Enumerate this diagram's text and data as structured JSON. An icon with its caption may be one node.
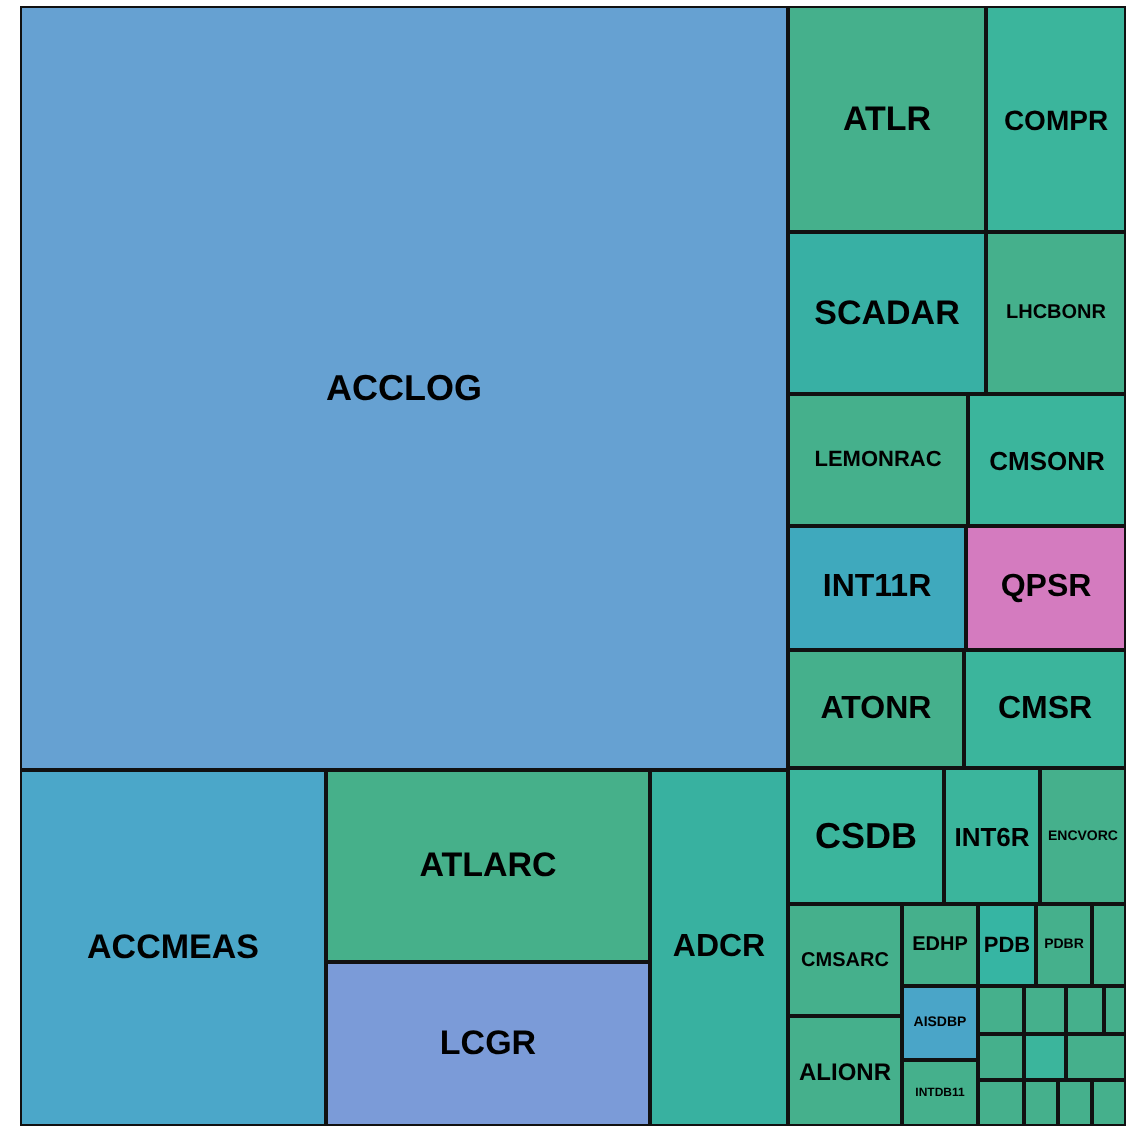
{
  "diagram": {
    "nodes": [
      {
        "text": [
          "ACCLOG"
        ]
      },
      {
        "text": [
          "ACCMEAS"
        ]
      },
      {
        "text": [
          "ATLARC"
        ]
      },
      {
        "text": [
          "LCGR"
        ]
      },
      {
        "text": [
          "ADCR"
        ]
      },
      {
        "text": [
          "ATLR"
        ]
      },
      {
        "text": [
          "COMPR"
        ]
      },
      {
        "text": [
          "SCADAR"
        ]
      },
      {
        "text": [
          "LHCBONR"
        ]
      },
      {
        "text": [
          "LEMONRAC"
        ]
      },
      {
        "text": [
          "CMSONR"
        ]
      },
      {
        "text": [
          "INT11R"
        ]
      },
      {
        "text": [
          "QPSR"
        ]
      },
      {
        "text": [
          "ATONR"
        ]
      },
      {
        "text": [
          "CMSR"
        ]
      },
      {
        "text": [
          "CSDB"
        ]
      },
      {
        "text": [
          "INT6R"
        ]
      },
      {
        "text": [
          "ENCVORC"
        ]
      },
      {
        "text": [
          "CMSARC"
        ]
      },
      {
        "text": [
          "EDHP"
        ]
      },
      {
        "text": [
          "PDB"
        ]
      },
      {
        "text": [
          "PDBR"
        ]
      },
      {
        "text": [
          "AISDBP"
        ]
      },
      {
        "text": [
          "ALIONR"
        ]
      },
      {
        "text": [
          "INTDB11"
        ]
      },
      {
        "text": [],
        "shape": "box"
      },
      {
        "text": [],
        "shape": "box"
      },
      {
        "text": [],
        "shape": "box"
      },
      {
        "text": [],
        "shape": "box"
      },
      {
        "text": [],
        "shape": "box"
      },
      {
        "text": [],
        "shape": "box"
      },
      {
        "text": [],
        "shape": "box"
      },
      {
        "text": [],
        "shape": "box"
      },
      {
        "text": [],
        "shape": "box"
      },
      {
        "text": [],
        "shape": "box"
      },
      {
        "text": [],
        "shape": "box"
      },
      {
        "text": [],
        "shape": "box"
      }
    ]
  }
}
